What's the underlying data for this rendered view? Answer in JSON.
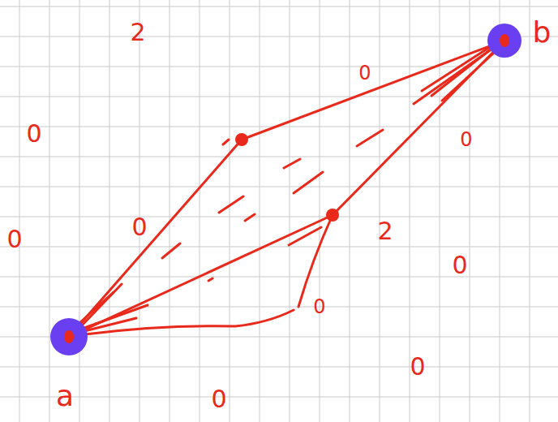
{
  "diagram": {
    "nodes": [
      {
        "text": [
          "b"
        ]
      },
      {
        "text": [
          "a"
        ]
      }
    ],
    "edges": [
      {
        "from": 1,
        "to": 0,
        "arrow": "none"
      },
      {
        "from": 1,
        "to": 0,
        "arrow": "none"
      }
    ],
    "labels": [
      "2",
      "0",
      "0",
      "0",
      "0",
      "2",
      "0",
      "0",
      "0",
      "0",
      "0"
    ]
  }
}
